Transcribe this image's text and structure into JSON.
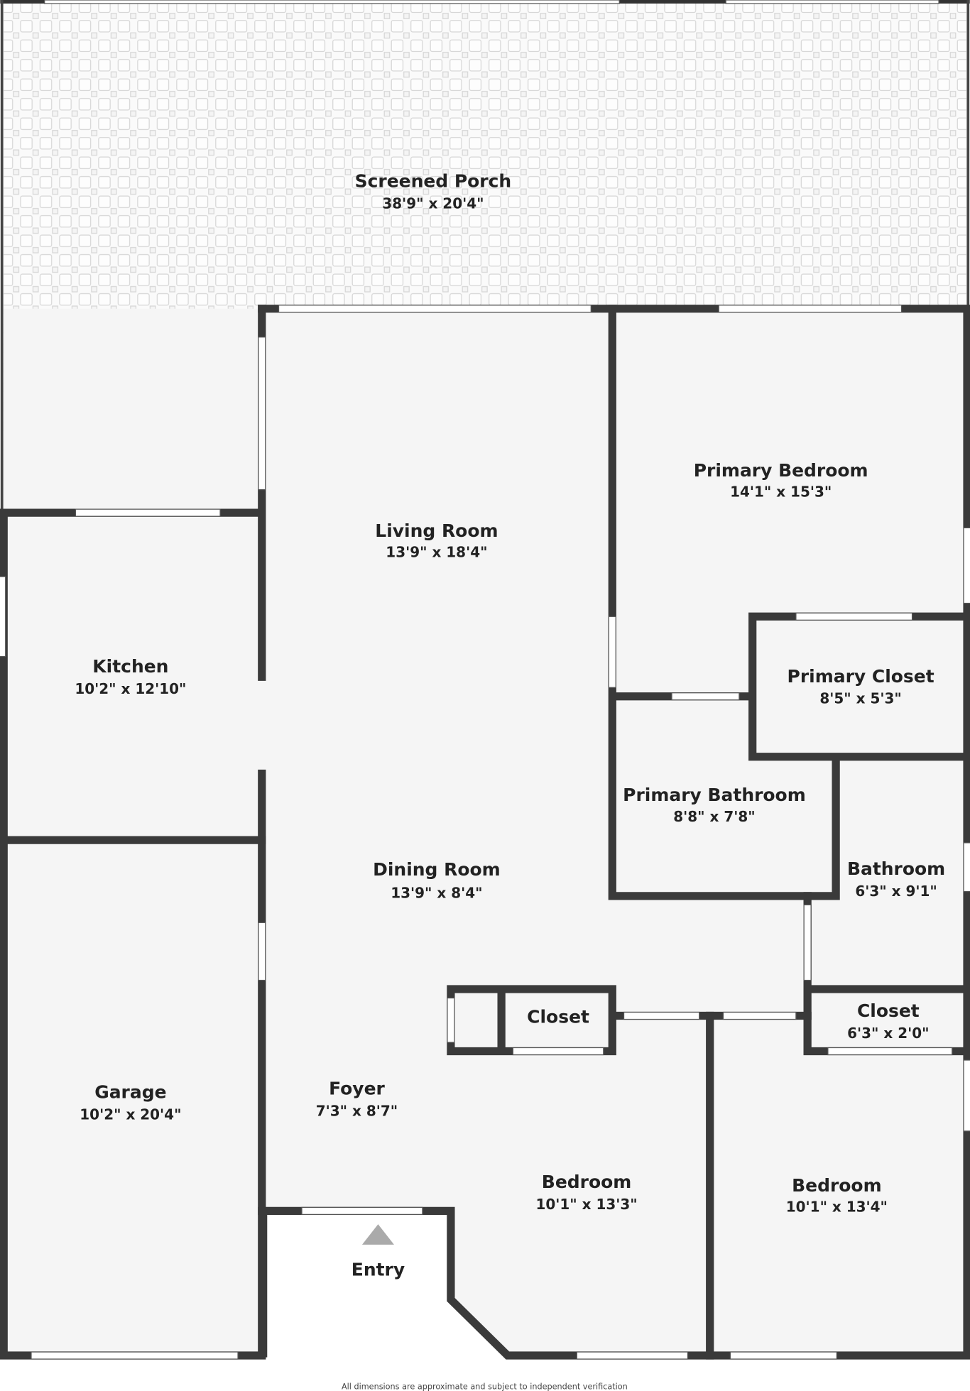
{
  "plan": {
    "rooms": [
      {
        "id": "screened-porch",
        "name": "Screened Porch",
        "dims": "38'9\" x 20'4\""
      },
      {
        "id": "living-room",
        "name": "Living Room",
        "dims": "13'9\" x 18'4\""
      },
      {
        "id": "primary-bedroom",
        "name": "Primary Bedroom",
        "dims": "14'1\" x 15'3\""
      },
      {
        "id": "kitchen",
        "name": "Kitchen",
        "dims": "10'2\" x 12'10\""
      },
      {
        "id": "primary-closet",
        "name": "Primary Closet",
        "dims": "8'5\" x 5'3\""
      },
      {
        "id": "primary-bathroom",
        "name": "Primary Bathroom",
        "dims": "8'8\" x 7'8\""
      },
      {
        "id": "dining-room",
        "name": "Dining Room",
        "dims": "13'9\" x 8'4\""
      },
      {
        "id": "bathroom",
        "name": "Bathroom",
        "dims": "6'3\" x 9'1\""
      },
      {
        "id": "closet-hall",
        "name": "Closet",
        "dims": ""
      },
      {
        "id": "closet-bedroom",
        "name": "Closet",
        "dims": "6'3\" x 2'0\""
      },
      {
        "id": "garage",
        "name": "Garage",
        "dims": "10'2\" x 20'4\""
      },
      {
        "id": "foyer",
        "name": "Foyer",
        "dims": "7'3\" x 8'7\""
      },
      {
        "id": "bedroom-1",
        "name": "Bedroom",
        "dims": "10'1\" x 13'3\""
      },
      {
        "id": "bedroom-2",
        "name": "Bedroom",
        "dims": "10'1\" x 13'4\""
      }
    ],
    "entry_label": "Entry",
    "footer": "All dimensions are approximate and subject to independent verification"
  }
}
